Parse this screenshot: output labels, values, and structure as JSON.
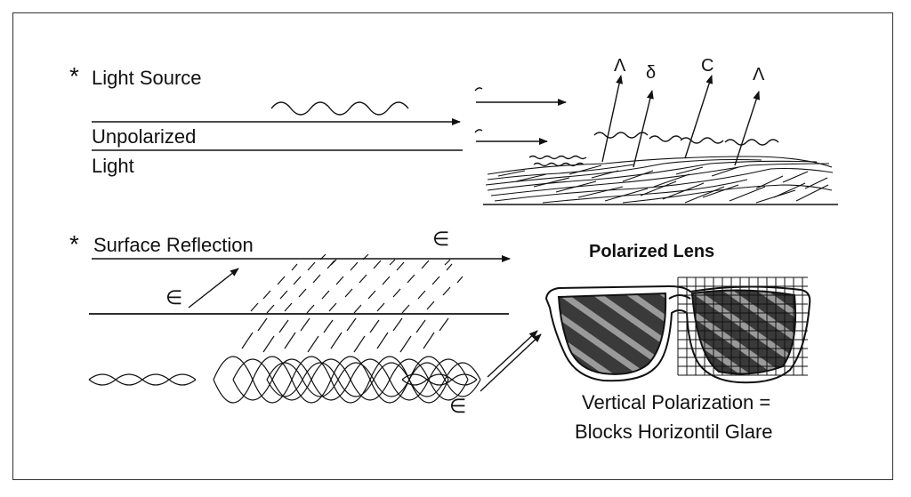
{
  "section1": {
    "marker": "*",
    "title": "Light Source",
    "label_line1": "Unpolarized",
    "label_line2": "Light",
    "symbols": [
      "Λ",
      "δ",
      "C",
      "Λ"
    ]
  },
  "section2": {
    "marker": "*",
    "title": "Surface Reflection",
    "symbol": "∈"
  },
  "lens": {
    "title": "Polarized Lens",
    "caption_line1": "Vertical Polarization =",
    "caption_line2": "Blocks Horizontil Glare"
  }
}
